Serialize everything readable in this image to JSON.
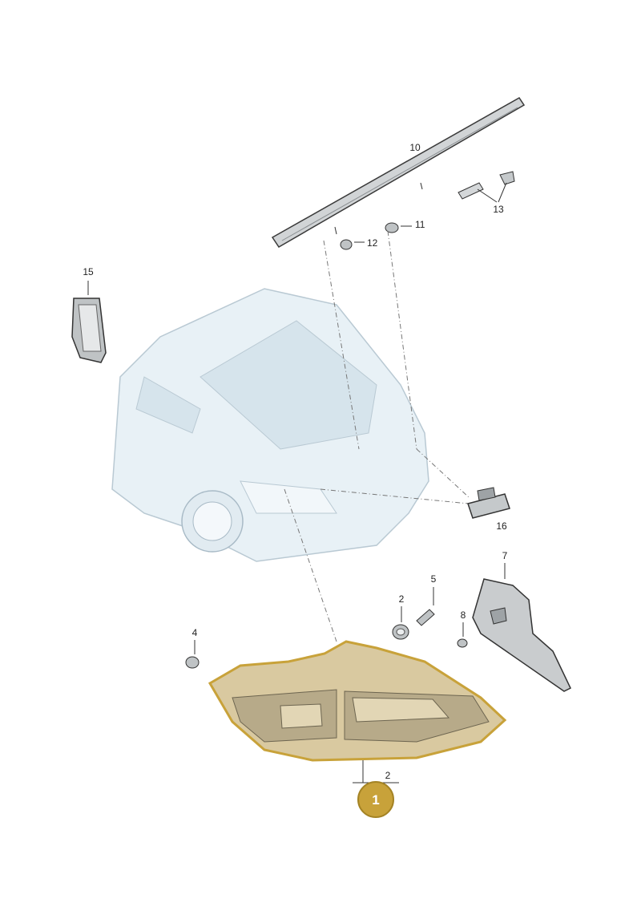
{
  "labels": {
    "p1": "1",
    "p2a": "2",
    "p2b": "2",
    "p4": "4",
    "p5": "5",
    "p7": "7",
    "p8": "8",
    "p10": "10",
    "p11": "11",
    "p12": "12",
    "p13": "13",
    "p15": "15",
    "p16": "16"
  },
  "colors": {
    "highlight": "#c8a23a",
    "highlight_fill": "#d9c9a0",
    "car_fill": "#e8f1f6",
    "car_stroke": "#b9c9d3",
    "part_fill": "#c9ccce",
    "part_stroke": "#3a3a3a"
  }
}
